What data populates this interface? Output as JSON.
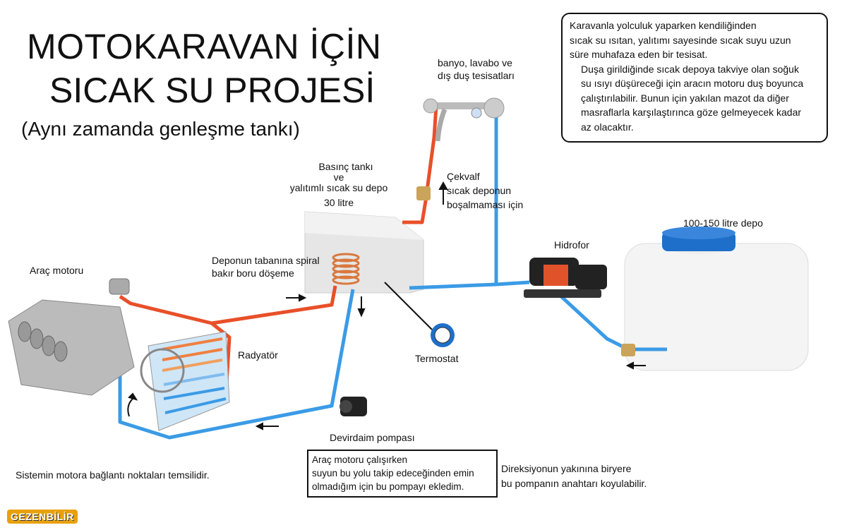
{
  "title": {
    "line1": "MOTOKARAVAN İÇİN",
    "line2": "SICAK SU PROJESİ",
    "line3": "(Aynı zamanda genleşme tankı)"
  },
  "info_box": {
    "p1": [
      "Karavanla yolculuk yaparken kendiliğinden",
      "sıcak su ısıtan, yalıtımı sayesinde sıcak suyu uzun",
      "süre muhafaza eden bir  tesisat."
    ],
    "p2": [
      "Duşa girildiğinde sıcak depoya takviye olan soğuk",
      "su ısıyı düşüreceği için aracın motoru duş boyunca",
      "çalıştırılabilir.  Bunun için yakılan mazot da diğer",
      "masraflarla karşılaştırınca göze gelmeyecek kadar",
      "az olacaktır."
    ]
  },
  "labels": {
    "faucet": [
      "banyo, lavabo ve",
      "dış duş tesisatları"
    ],
    "tank": [
      "Basınç tankı",
      "ve",
      "yalıtımlı  sıcak su depo",
      "30 litre"
    ],
    "check_valve": [
      "Çekvalf",
      "sıcak deponun",
      "boşalmaması için"
    ],
    "coil": [
      "Deponun tabanına spiral",
      "bakır boru döşeme"
    ],
    "hydrophore": "Hidrofor",
    "water_tank": "100-150 litre  depo",
    "engine": "Araç motoru",
    "radiator": "Radyatör",
    "thermostat": "Termostat",
    "circ_pump": "Devirdaim pompası",
    "engine_note": "Sistemin motora bağlantı noktaları temsilidir.",
    "switch_note": [
      "Direksiyonun yakınına biryere",
      "bu pompanın anahtarı koyulabilir."
    ]
  },
  "note_box": [
    "Araç motoru çalışırken",
    " suyun bu yolu takip edeceğinden emin",
    "olmadığım için bu pompayı ekledim."
  ],
  "logo": "GEZENBİLİR",
  "colors": {
    "hot": "#e8502a",
    "cold": "#3b9be6",
    "copper": "#d9783e",
    "lid": "#1e6fc9"
  }
}
